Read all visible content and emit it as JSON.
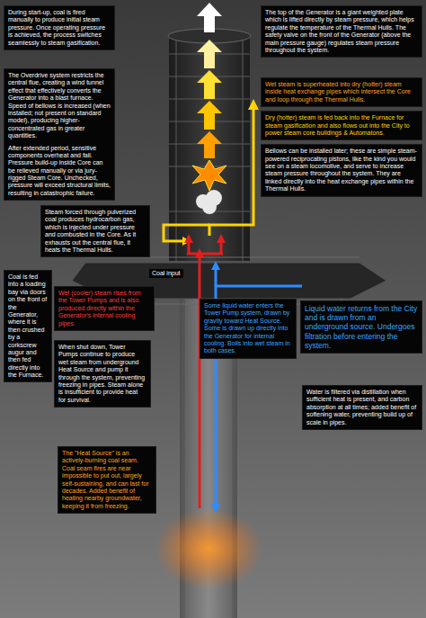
{
  "diagram": {
    "nodes": [
      {
        "text": [
          "During start-up, coal is fired manually to produce initial steam pressure. Once operating pressure is achieved, the process switches seamlessly to steam gasification."
        ]
      },
      {
        "text": [
          "The Overdrive system restricts the central flue, creating a wind tunnel effect that effectively converts the Generator into a blast furnace. Speed of bellows is increased (when installed; not present on standard model), producing higher-concentrated gas in greater quantities.",
          "After extended period, sensitive components overheat and fail. Pressure build-up inside Core can be relieved manually or via jury-rigged Steam Core. Unchecked, pressure will exceed structural limits, resulting in catastrophic failure."
        ]
      },
      {
        "text": [
          "Steam forced through pulverized coal produces hydrocarbon gas, which is injected under pressure and combusted in the Core. As it exhausts out the central flue, it heats the Thermal Hulls."
        ]
      },
      {
        "text": [
          "Coal is fed into a loading bay via doors on the front of the Generator, where it is then crushed by a corkscrew augur and then fed directly into the Furnace."
        ]
      },
      {
        "text": [
          "Wet (cooler) steam rises from the Tower Pumps and is also produced directly within the Generator's internal cooling pipes."
        ]
      },
      {
        "text": [
          "When shut down, Tower Pumps continue to produce wet steam from underground Heat Source and pump it through the system, preventing freezing in pipes. Steam alone is insufficient to provide heat for survival."
        ]
      },
      {
        "text": [
          "The \"Heat Source\" is an actively-burning coal seam. Coal seam fires are near impossible to put out, largely self-sustaining, and can last for decades. Added benefit of heating nearby groundwater, keeping it from freezing."
        ]
      },
      {
        "text": [
          "The top of the Generator is a giant weighted plate which is lifted directly by steam pressure, which helps regulate the temperature of the Thermal Hulls. The safety valve on the front of the Generator (above the main pressure gauge) regulates steam pressure throughout the system."
        ]
      },
      {
        "text": [
          "Wet steam is superheated into dry (hotter) steam inside heat exchange pipes which intersect the Core and loop through the Thermal Hulls."
        ]
      },
      {
        "text": [
          "Dry (hotter) steam is fed back into the Furnace for steam gasification and also flows out into the City to power steam core buildings & Automatons."
        ]
      },
      {
        "text": [
          "Bellows can be installed later; these are simple steam-powered reciprocating pistons, like the kind you would see on a steam locomotive, and serve to increase steam pressure throughout the system. They are linked directly into the heat exchange pipes within the Thermal Hulls."
        ]
      },
      {
        "text": [
          "Some liquid water enters the Tower Pump system, drawn by gravity toward Heat Source. Some is drawn up directly into the Generator for internal cooling. Boils into wet steam in both cases."
        ]
      },
      {
        "text": [
          "Liquid water returns from the City and is drawn from an underground source. Undergoes filtration before entering the system."
        ]
      },
      {
        "text": [
          "Water is filtered via distillation when sufficient heat is present, and carbon absorption at all times; added benefit of softening water, preventing build up of scale in pipes."
        ]
      }
    ],
    "labels": [
      "Coal input"
    ]
  }
}
